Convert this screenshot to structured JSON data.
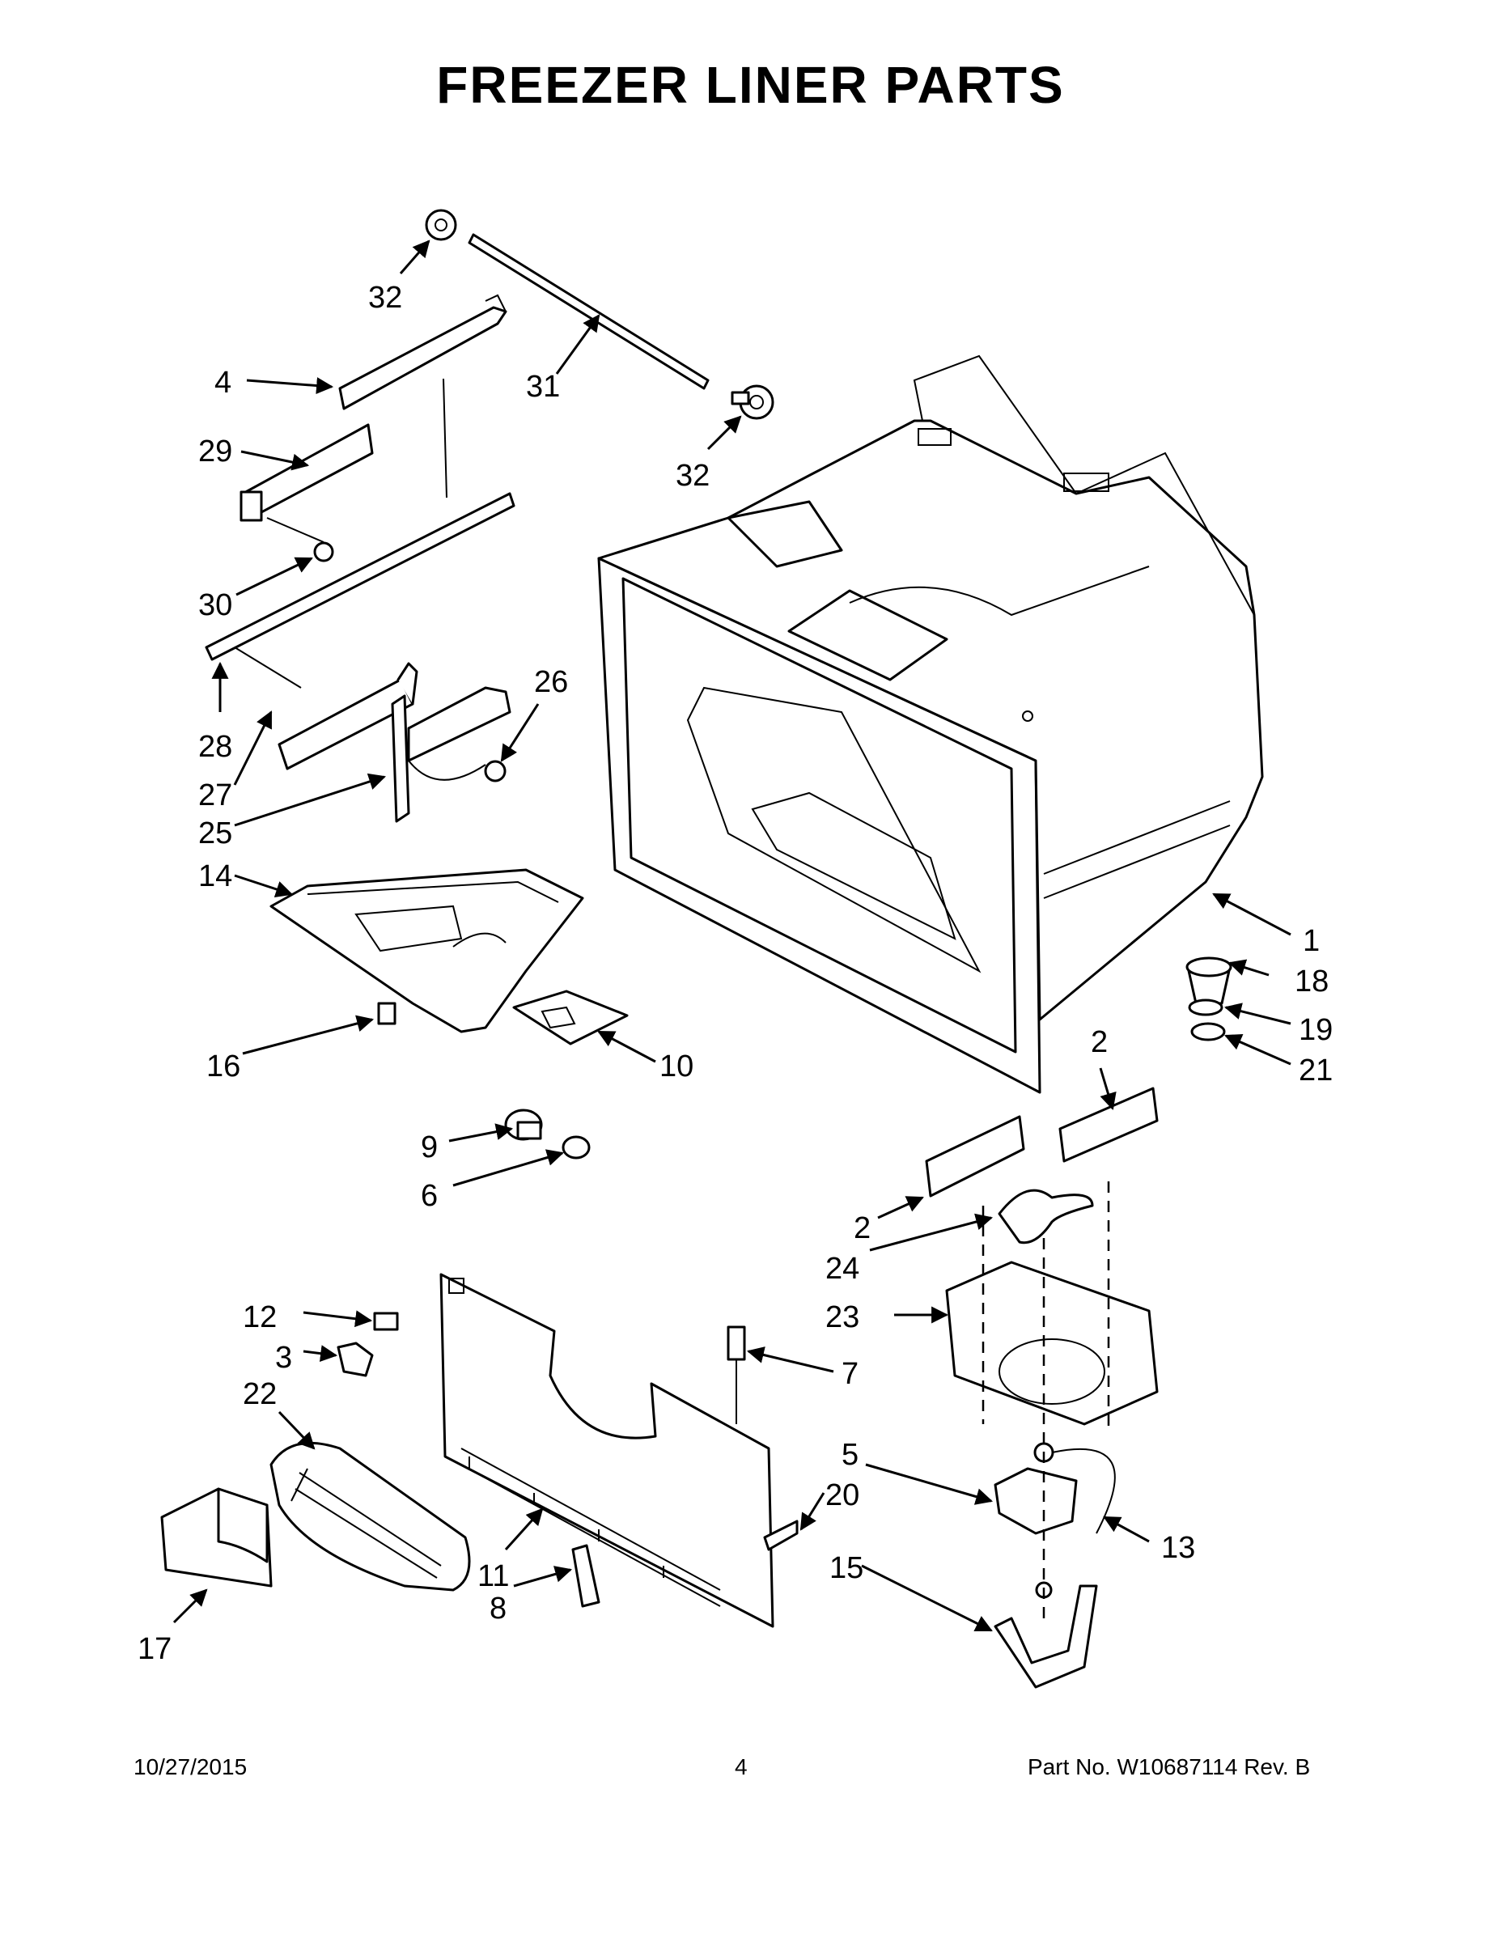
{
  "title": "FREEZER LINER PARTS",
  "callouts": [
    {
      "id": "c1",
      "label": "1"
    },
    {
      "id": "c2a",
      "label": "2"
    },
    {
      "id": "c2b",
      "label": "2"
    },
    {
      "id": "c3",
      "label": "3"
    },
    {
      "id": "c4",
      "label": "4"
    },
    {
      "id": "c5",
      "label": "5"
    },
    {
      "id": "c6",
      "label": "6"
    },
    {
      "id": "c7",
      "label": "7"
    },
    {
      "id": "c8",
      "label": "8"
    },
    {
      "id": "c9",
      "label": "9"
    },
    {
      "id": "c10",
      "label": "10"
    },
    {
      "id": "c11",
      "label": "11"
    },
    {
      "id": "c12",
      "label": "12"
    },
    {
      "id": "c13",
      "label": "13"
    },
    {
      "id": "c14",
      "label": "14"
    },
    {
      "id": "c15",
      "label": "15"
    },
    {
      "id": "c16",
      "label": "16"
    },
    {
      "id": "c17",
      "label": "17"
    },
    {
      "id": "c18",
      "label": "18"
    },
    {
      "id": "c19",
      "label": "19"
    },
    {
      "id": "c20",
      "label": "20"
    },
    {
      "id": "c21",
      "label": "21"
    },
    {
      "id": "c22",
      "label": "22"
    },
    {
      "id": "c23",
      "label": "23"
    },
    {
      "id": "c24",
      "label": "24"
    },
    {
      "id": "c25",
      "label": "25"
    },
    {
      "id": "c26",
      "label": "26"
    },
    {
      "id": "c27",
      "label": "27"
    },
    {
      "id": "c28",
      "label": "28"
    },
    {
      "id": "c29",
      "label": "29"
    },
    {
      "id": "c30",
      "label": "30"
    },
    {
      "id": "c31",
      "label": "31"
    },
    {
      "id": "c32a",
      "label": "32"
    },
    {
      "id": "c32b",
      "label": "32"
    }
  ],
  "footer": {
    "date": "10/27/2015",
    "page": "4",
    "part_no": "Part No.  W10687114  Rev.  B"
  }
}
